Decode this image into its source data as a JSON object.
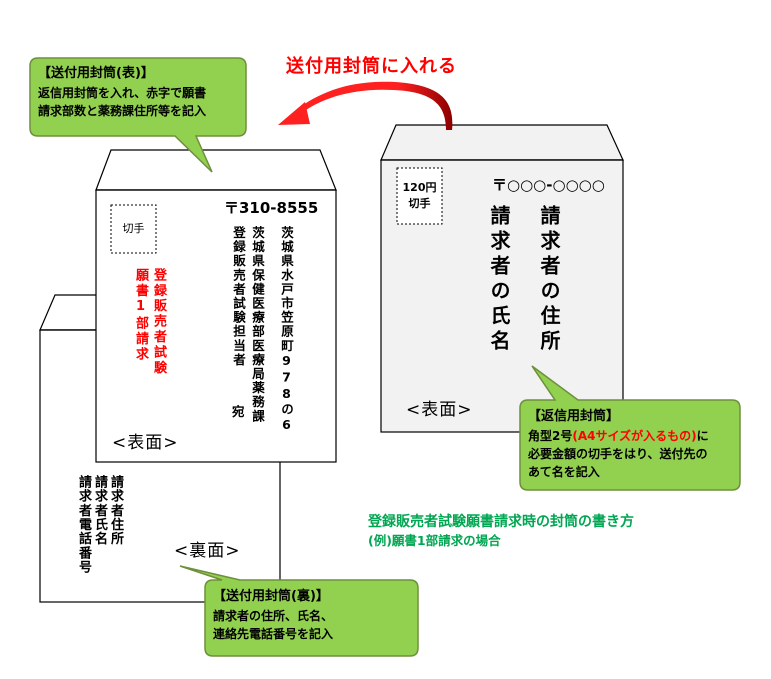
{
  "caption": {
    "line1": "登録販売者試験願書請求時の封筒の書き方",
    "line2": "(例)願書1部請求の場合"
  },
  "arrow_label": "送付用封筒に入れる",
  "callout_front": {
    "title": "【送付用封筒(表)】",
    "line1": "返信用封筒を入れ、赤字で願書",
    "line2": "請求部数と薬務課住所等を記入"
  },
  "callout_back": {
    "title": "【送付用封筒(裏)】",
    "line1": "請求者の住所、氏名、",
    "line2": "連絡先電話番号を記入"
  },
  "callout_return": {
    "title": "【返信用封筒】",
    "line1_pre": "角型2号",
    "line1_red": "(A4サイズが入るもの)",
    "line1_post": "に",
    "line2": "必要金額の切手をはり、送付先の",
    "line3": "あて名を記入"
  },
  "front_envelope": {
    "stamp": "切手",
    "zip": "〒310-8555",
    "address": "茨城県水戸市笠原町978の6",
    "department": "茨城県保健医療部医療局薬務課",
    "recipient": "登録販売者試験担当者",
    "honorific": "宛",
    "red_col1": "登録販売者試験",
    "red_col2": "願書1部請求",
    "side_label": "<表面>"
  },
  "back_envelope": {
    "col1": "請求者住所",
    "col2": "請求者氏名",
    "col3": "請求者電話番号",
    "side_label": "<裏面>"
  },
  "return_envelope": {
    "stamp_line1": "120円",
    "stamp_line2": "切手",
    "zip": "〒○○○-○○○○",
    "col1": "請求者の住所",
    "col2": "請求者の氏名",
    "side_label": "<表面>"
  },
  "colors": {
    "red": "#ff0000",
    "green_text": "#00a651",
    "callout_fill": "#92d050",
    "callout_stroke": "#6e8f3c",
    "envelope_fill": "#f2f2f2"
  }
}
